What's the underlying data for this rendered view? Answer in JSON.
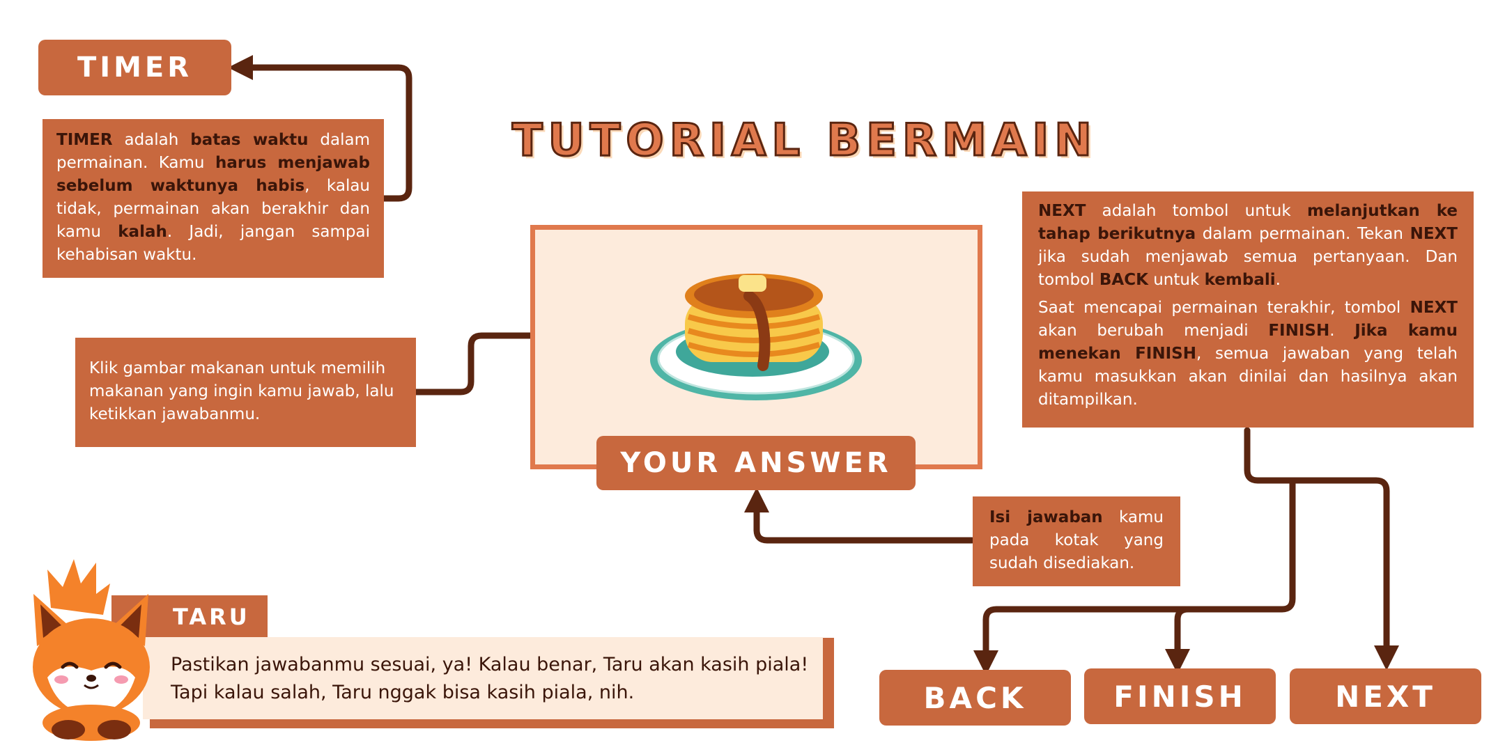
{
  "title": "TUTORIAL BERMAIN",
  "timer": {
    "label": "TIMER",
    "desc": {
      "p1": "TIMER",
      "p2": " adalah ",
      "p3": "batas waktu",
      "p4": " dalam permainan. Kamu ",
      "p5": "harus menjawab sebelum waktunya habis",
      "p6": ", kalau tidak, permainan akan berakhir dan kamu ",
      "p7": "kalah",
      "p8": ". Jadi, jangan sampai kehabisan waktu."
    }
  },
  "food_hint": "Klik gambar makanan untuk memilih makanan yang ingin kamu jawab, lalu ketikkan jawabanmu.",
  "answer_button": "YOUR ANSWER",
  "answer_hint": {
    "p1": "Isi jawaban",
    "p2": " kamu pada kotak yang sudah disediakan."
  },
  "next_info": {
    "a1": "NEXT",
    "a2": " adalah tombol untuk ",
    "a3": "melanjutkan ke tahap berikutnya",
    "a4": " dalam permainan. Tekan ",
    "a5": "NEXT",
    "a6": " jika sudah menjawab semua pertanyaan. Dan tombol ",
    "a7": "BACK",
    "a8": " untuk ",
    "a9": "kembali",
    "a10": ".",
    "b1": "Saat mencapai permainan terakhir, tombol ",
    "b2": "NEXT",
    "b3": " akan berubah menjadi ",
    "b4": "FINISH",
    "b5": ". ",
    "b6": "Jika kamu menekan FINISH",
    "b7": ", semua jawaban yang telah kamu masukkan akan dinilai dan hasilnya akan ditampilkan."
  },
  "mascot": {
    "name": "TARU",
    "message": "Pastikan jawabanmu sesuai, ya! Kalau benar, Taru akan kasih piala! Tapi kalau salah, Taru nggak bisa kasih piala, nih."
  },
  "buttons": {
    "back": "BACK",
    "finish": "FINISH",
    "next": "NEXT"
  },
  "colors": {
    "accent": "#c8683e",
    "dark_arrow": "#5a2510",
    "bold_text": "#3a1509",
    "frame_fill": "#fdebdc"
  },
  "icons": [
    "pancake-icon",
    "fox-mascot-icon"
  ]
}
